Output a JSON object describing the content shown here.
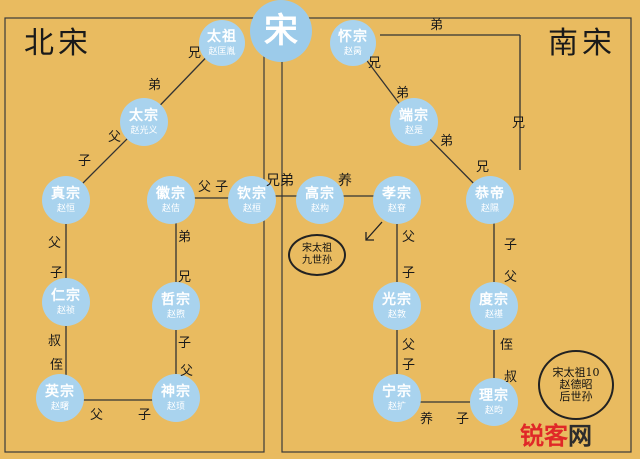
{
  "center": "宋",
  "regions": {
    "north": "北宋",
    "south": "南宋"
  },
  "nodes": [
    {
      "title": "太祖",
      "name": "赵匡胤"
    },
    {
      "title": "怀宗",
      "name": "赵昺"
    },
    {
      "title": "太宗",
      "name": "赵光义"
    },
    {
      "title": "端宗",
      "name": "赵是"
    },
    {
      "title": "真宗",
      "name": "赵恒"
    },
    {
      "title": "徽宗",
      "name": "赵佶"
    },
    {
      "title": "钦宗",
      "name": "赵桓"
    },
    {
      "title": "高宗",
      "name": "赵构"
    },
    {
      "title": "孝宗",
      "name": "赵眘"
    },
    {
      "title": "恭帝",
      "name": "赵隰"
    },
    {
      "title": "仁宗",
      "name": "赵祯"
    },
    {
      "title": "哲宗",
      "name": "赵煦"
    },
    {
      "title": "光宗",
      "name": "赵敦"
    },
    {
      "title": "度宗",
      "name": "赵禥"
    },
    {
      "title": "英宗",
      "name": "赵曙"
    },
    {
      "title": "神宗",
      "name": "赵顼"
    },
    {
      "title": "宁宗",
      "name": "赵扩"
    },
    {
      "title": "理宗",
      "name": "赵昀"
    }
  ],
  "relations": [
    "兄",
    "弟",
    "父",
    "子",
    "父",
    "子",
    "叔",
    "侄",
    "父",
    "子",
    "弟",
    "兄",
    "子",
    "父",
    "父 子",
    "兄弟",
    "养",
    "弟",
    "兄",
    "弟",
    "兄",
    "弟",
    "兄",
    "父",
    "子",
    "父",
    "子",
    "子",
    "父",
    "侄",
    "叔",
    "养",
    "子"
  ],
  "notes": [
    "宋太祖\n九世孙",
    "宋太祖10\n赵德昭\n后世孙"
  ],
  "watermark": {
    "part1": "锐客",
    "part2": "网"
  }
}
